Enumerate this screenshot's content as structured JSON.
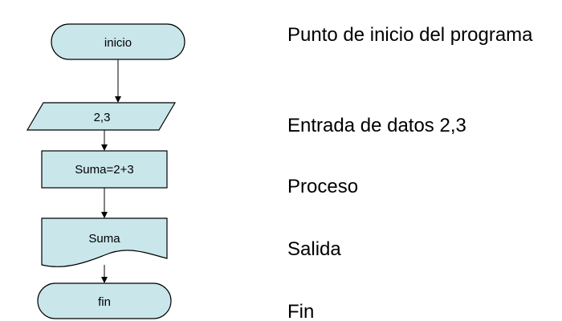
{
  "colors": {
    "shape_fill": "#c9e6eb",
    "shape_stroke": "#000000",
    "text": "#000000",
    "background": "#ffffff"
  },
  "flowchart": {
    "start": {
      "shape": "terminator",
      "label": "inicio"
    },
    "input": {
      "shape": "parallelogram",
      "label": "2,3"
    },
    "process": {
      "shape": "rectangle",
      "label": "Suma=2+3"
    },
    "output": {
      "shape": "document",
      "label": "Suma"
    },
    "end": {
      "shape": "terminator",
      "label": "fin"
    }
  },
  "descriptions": {
    "start": "Punto de inicio del programa",
    "input": "Entrada de datos 2,3",
    "process": "Proceso",
    "output": "Salida",
    "end": "Fin"
  }
}
